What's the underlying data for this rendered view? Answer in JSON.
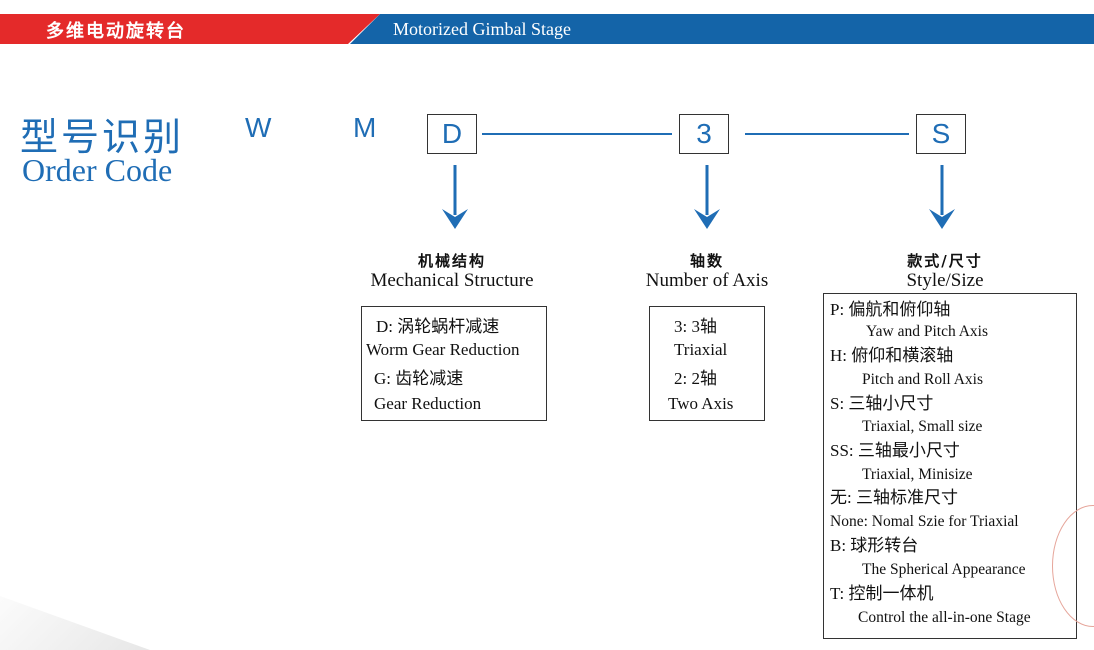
{
  "header": {
    "cn_title": "多维电动旋转台",
    "en_title": "Motorized Gimbal Stage"
  },
  "title": {
    "cn": "型号识别",
    "en": "Order Code"
  },
  "code": {
    "letters": [
      "W",
      "M"
    ],
    "boxes": [
      "D",
      "3",
      "S"
    ]
  },
  "categories": [
    {
      "cn": "机械结构",
      "en": "Mechanical Structure",
      "options": [
        "D: 涡轮蜗杆减速",
        "Worm Gear Reduction",
        "G: 齿轮减速",
        "Gear Reduction"
      ]
    },
    {
      "cn": "轴数",
      "en": "Number of Axis",
      "options": [
        "3: 3轴",
        "Triaxial",
        "2: 2轴",
        "Two  Axis"
      ]
    },
    {
      "cn": "款式/尺寸",
      "en": "Style/Size",
      "options": [
        "P: 偏航和俯仰轴",
        "Yaw and Pitch Axis",
        "H: 俯仰和横滚轴",
        "Pitch and Roll Axis",
        "S: 三轴小尺寸",
        "Triaxial, Small size",
        "SS: 三轴最小尺寸",
        "Triaxial, Minisize",
        "无: 三轴标准尺寸",
        "None: Nomal Szie for Triaxial",
        "B: 球形转台",
        "The Spherical Appearance",
        "T: 控制一体机",
        "Control the all-in-one Stage"
      ]
    }
  ],
  "colors": {
    "accent_blue": "#1f6db5",
    "header_red": "#e42a2a",
    "header_blue": "#1464a8"
  }
}
